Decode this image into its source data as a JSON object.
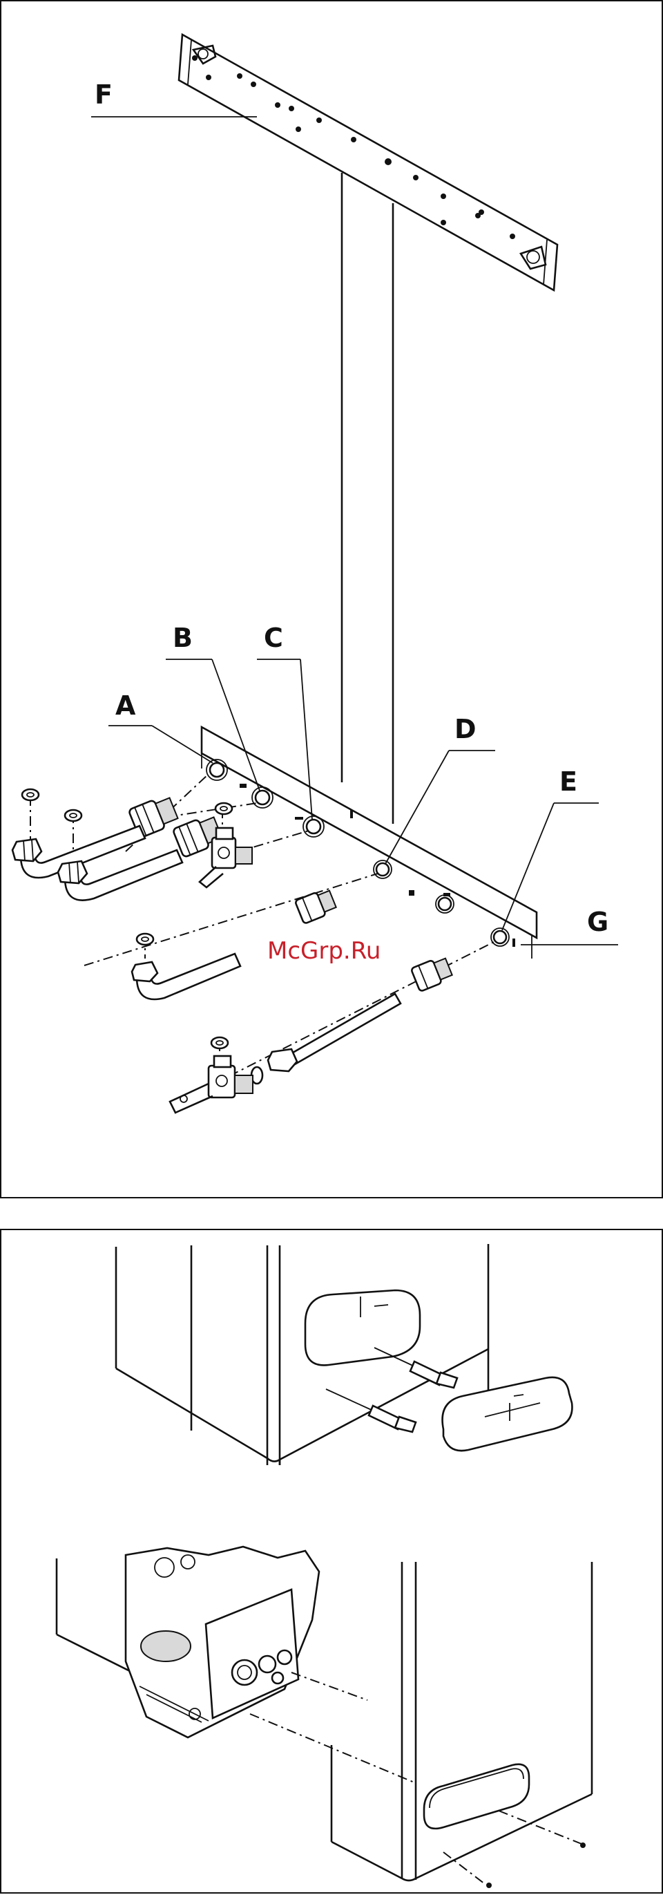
{
  "labels": {
    "a": "A",
    "b": "B",
    "c": "C",
    "d": "D",
    "e": "E",
    "f": "F",
    "g": "G"
  },
  "watermark": "McGrp.Ru",
  "icons": [
    "wall-bracket-icon",
    "connection-plate-icon",
    "union-fitting-icon",
    "shutoff-valve-icon",
    "bent-pipe-icon",
    "screwdriver-icon",
    "boiler-casing-icon",
    "cover-plate-icon"
  ]
}
